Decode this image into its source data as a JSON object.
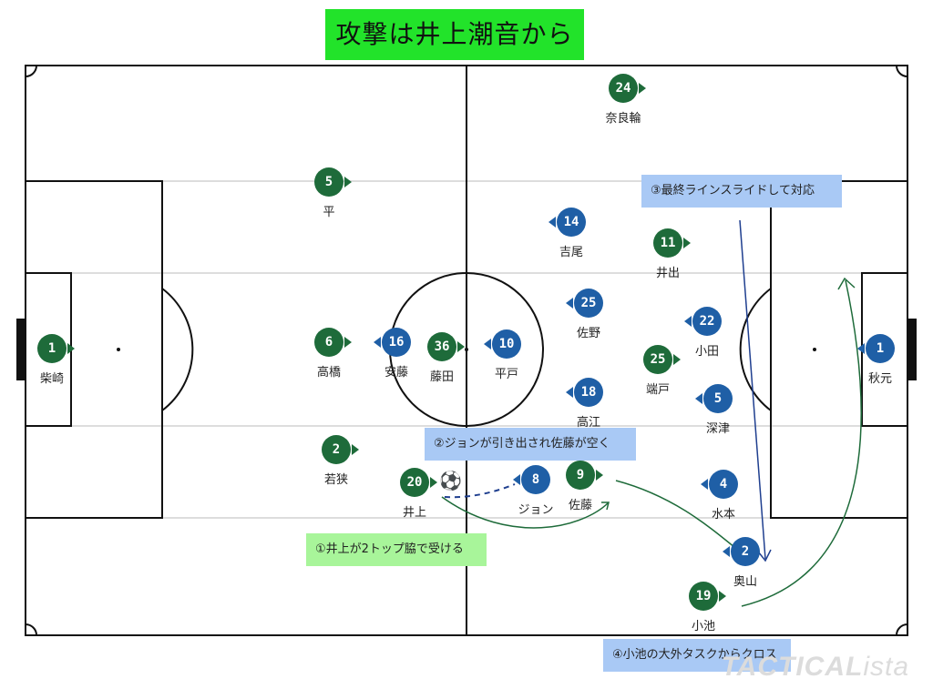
{
  "title": "攻撃は井上潮音から",
  "notes": {
    "n1": "①井上が2トップ脇で受ける",
    "n2": "②ジョンが引き出され佐藤が空く",
    "n3": "③最終ラインスライドして対応",
    "n4": "④小池の大外タスクからクロス"
  },
  "watermark": {
    "main": "TACTICAL",
    "suffix": "ista"
  },
  "colors": {
    "green_team": "#1e6b3a",
    "blue_team": "#1f5fa6",
    "title_bg": "#22e32a",
    "note_blue": "#a9c9f5",
    "note_green": "#a8f59a"
  },
  "players": [
    {
      "team": "green",
      "num": "1",
      "name": "柴崎"
    },
    {
      "team": "green",
      "num": "5",
      "name": "平"
    },
    {
      "team": "green",
      "num": "6",
      "name": "高橋"
    },
    {
      "team": "green",
      "num": "36",
      "name": "藤田"
    },
    {
      "team": "green",
      "num": "2",
      "name": "若狭"
    },
    {
      "team": "green",
      "num": "20",
      "name": "井上"
    },
    {
      "team": "green",
      "num": "9",
      "name": "佐藤"
    },
    {
      "team": "green",
      "num": "24",
      "name": "奈良輪"
    },
    {
      "team": "green",
      "num": "11",
      "name": "井出"
    },
    {
      "team": "green",
      "num": "25",
      "name": "端戸"
    },
    {
      "team": "green",
      "num": "19",
      "name": "小池"
    },
    {
      "team": "blue",
      "num": "16",
      "name": "安藤"
    },
    {
      "team": "blue",
      "num": "10",
      "name": "平戸"
    },
    {
      "team": "blue",
      "num": "14",
      "name": "吉尾"
    },
    {
      "team": "blue",
      "num": "25",
      "name": "佐野"
    },
    {
      "team": "blue",
      "num": "18",
      "name": "高江"
    },
    {
      "team": "blue",
      "num": "8",
      "name": "ジョン"
    },
    {
      "team": "blue",
      "num": "22",
      "name": "小田"
    },
    {
      "team": "blue",
      "num": "5",
      "name": "深津"
    },
    {
      "team": "blue",
      "num": "4",
      "name": "水本"
    },
    {
      "team": "blue",
      "num": "2",
      "name": "奥山"
    },
    {
      "team": "blue",
      "num": "1",
      "name": "秋元"
    }
  ]
}
